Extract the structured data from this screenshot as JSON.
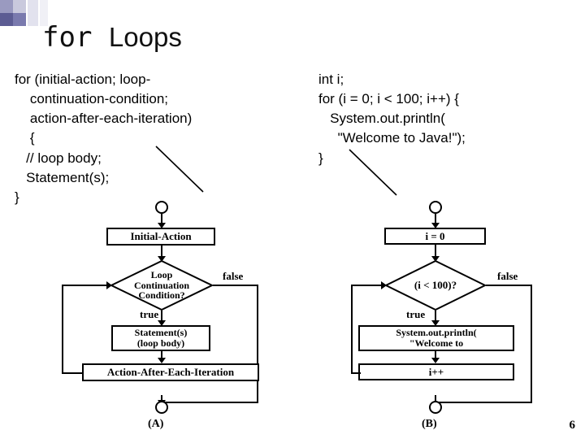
{
  "slide": {
    "title_mono": "for",
    "title_sans": "Loops",
    "page_number": "6"
  },
  "code_left": "for (initial-action; loop-\n    continuation-condition;\n    action-after-each-iteration)\n    {\n   // loop body;\n   Statement(s);\n}",
  "code_right": "int i;\nfor (i = 0; i < 100; i++) {\n   System.out.println(\n     \"Welcome to Java!\");\n}",
  "flowchart_a": {
    "caption": "(A)",
    "start_terminal": "start-circle",
    "end_terminal": "end-circle",
    "initial_action": "Initial-Action",
    "condition": "Loop\nContinuation\nCondition?",
    "true_label": "true",
    "false_label": "false",
    "statement": "Statement(s)\n(loop body)",
    "action_after": "Action-After-Each-Iteration"
  },
  "flowchart_b": {
    "caption": "(B)",
    "start_terminal": "start-circle",
    "end_terminal": "end-circle",
    "initial_action": "i = 0",
    "condition": "(i < 100)?",
    "true_label": "true",
    "false_label": "false",
    "statement": "System.out.println(\n\"Welcome to",
    "action_after": "i++"
  }
}
